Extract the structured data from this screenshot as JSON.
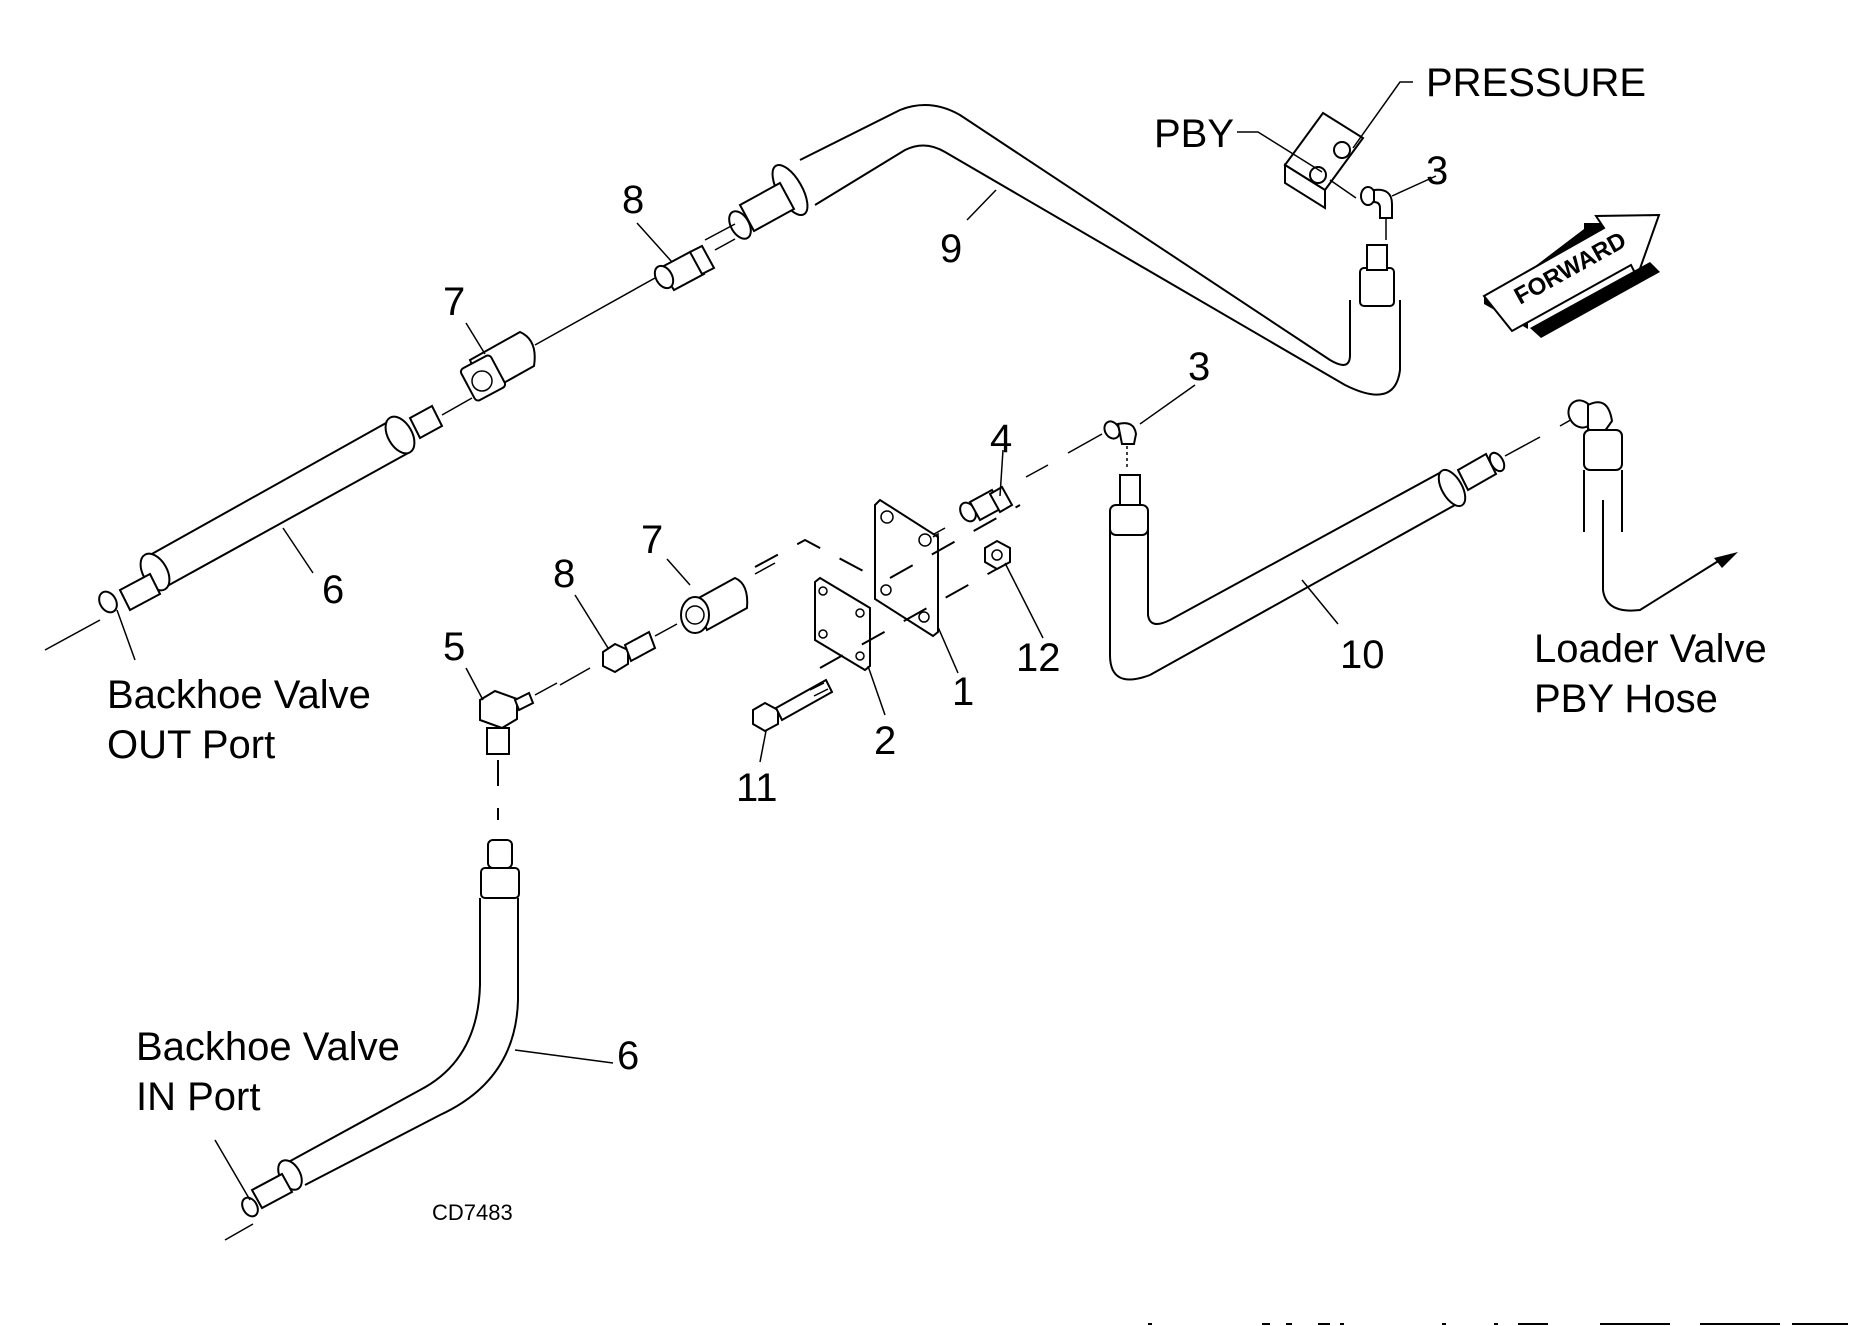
{
  "diagram": {
    "title_code": "CD7483",
    "callouts": {
      "c1": "1",
      "c2": "2",
      "c3_top": "3",
      "c3_mid": "3",
      "c4": "4",
      "c5": "5",
      "c6_top": "6",
      "c6_bottom": "6",
      "c7_top": "7",
      "c7_mid": "7",
      "c8_top": "8",
      "c8_mid": "8",
      "c9": "9",
      "c10": "10",
      "c11": "11",
      "c12": "12"
    },
    "port_labels": {
      "pressure": "PRESSURE",
      "pby": "PBY"
    },
    "notes": {
      "backhoe_out_line1": "Backhoe Valve",
      "backhoe_out_line2": "OUT Port",
      "backhoe_in_line1": "Backhoe Valve",
      "backhoe_in_line2": "IN Port",
      "loader_pby_line1": "Loader Valve",
      "loader_pby_line2": "PBY Hose"
    },
    "direction_arrow": {
      "label": "FORWARD"
    }
  }
}
